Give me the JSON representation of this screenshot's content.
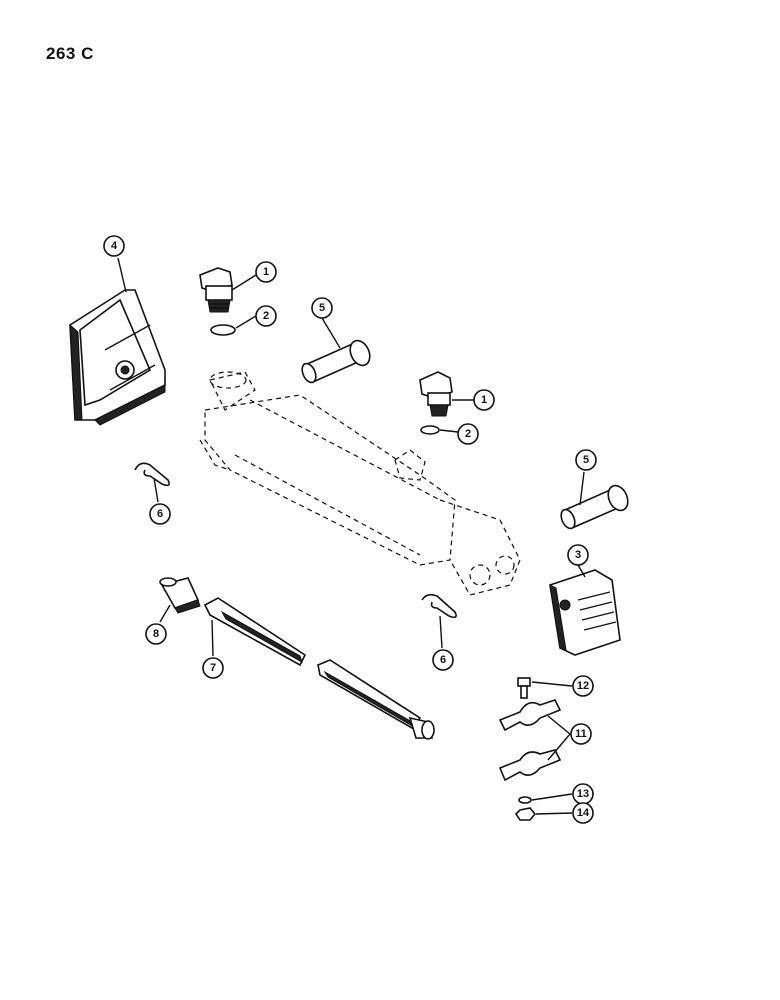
{
  "page_code": "263 C",
  "callouts": [
    {
      "id": "c1a",
      "label": "1"
    },
    {
      "id": "c2a",
      "label": "2"
    },
    {
      "id": "c4",
      "label": "4"
    },
    {
      "id": "c5a",
      "label": "5"
    },
    {
      "id": "c1b",
      "label": "1"
    },
    {
      "id": "c2b",
      "label": "2"
    },
    {
      "id": "c6a",
      "label": "6"
    },
    {
      "id": "c5b",
      "label": "5"
    },
    {
      "id": "c3",
      "label": "3"
    },
    {
      "id": "c8",
      "label": "8"
    },
    {
      "id": "c7",
      "label": "7"
    },
    {
      "id": "c6b",
      "label": "6"
    },
    {
      "id": "c12",
      "label": "12"
    },
    {
      "id": "c11",
      "label": "11"
    },
    {
      "id": "c13",
      "label": "13"
    },
    {
      "id": "c14",
      "label": "14"
    }
  ]
}
